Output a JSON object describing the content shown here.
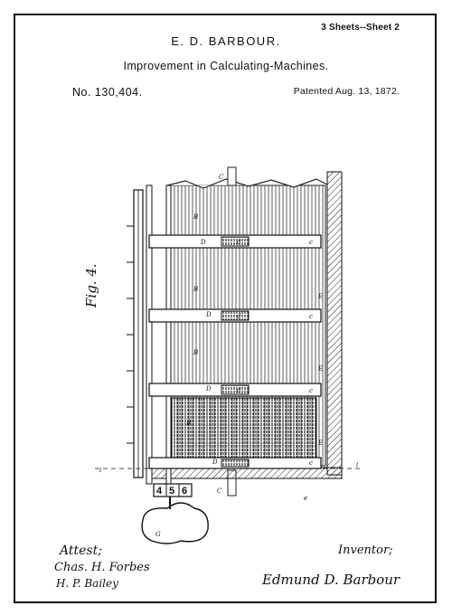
{
  "header": {
    "sheet_info": "3 Sheets--Sheet 2",
    "inventor_name": "E. D. BARBOUR.",
    "title": "Improvement in Calculating-Machines.",
    "patent_number": "No. 130,404.",
    "patent_date": "Patented Aug. 13, 1872."
  },
  "figure": {
    "label": "Fig. 4.",
    "counter_digits": [
      "4",
      "5",
      "6"
    ],
    "part_labels": [
      "B",
      "B",
      "B",
      "B",
      "D",
      "D",
      "D",
      "D",
      "E",
      "E",
      "E",
      "c",
      "c",
      "c",
      "c",
      "d",
      "d",
      "d",
      "C",
      "C",
      "G",
      "i",
      "i",
      "e"
    ]
  },
  "footer": {
    "attest_label": "Attest;",
    "witness_1": "Chas. H. Forbes",
    "witness_2": "H. P. Bailey",
    "inventor_label": "Inventor;",
    "inventor_signature": "Edmund D. Barbour"
  }
}
